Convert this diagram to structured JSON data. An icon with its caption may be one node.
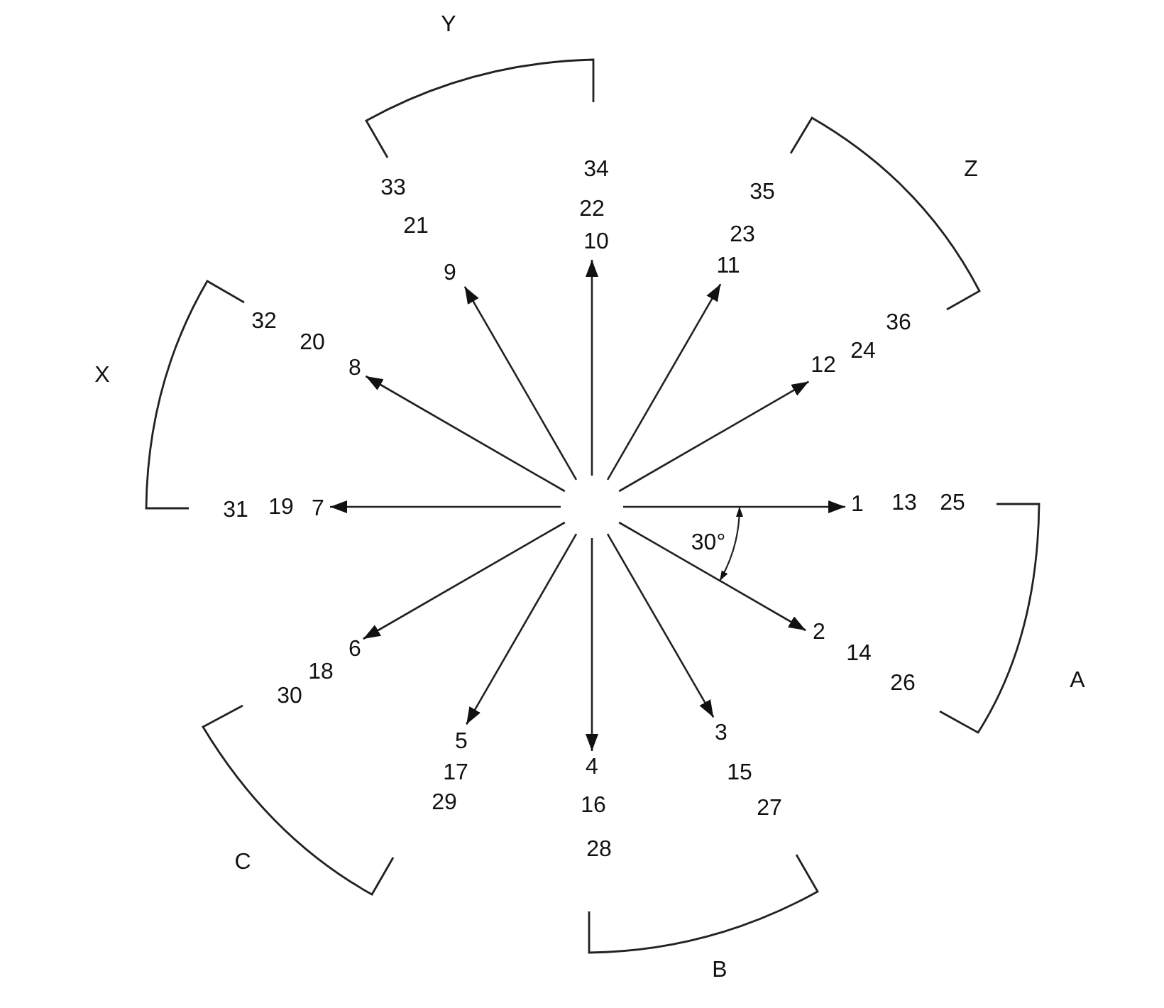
{
  "diagram": {
    "nodes": [
      {
        "text": [
          "1"
        ],
        "beside": [
          "13",
          "25"
        ]
      },
      {
        "text": [
          "2"
        ],
        "beside": [
          "14",
          "26"
        ]
      },
      {
        "text": [
          "3"
        ],
        "beside": [
          "15",
          "27"
        ]
      },
      {
        "text": [
          "4"
        ],
        "beside": [
          "16",
          "28"
        ]
      },
      {
        "text": [
          "5"
        ],
        "beside": [
          "17",
          "29"
        ]
      },
      {
        "text": [
          "6"
        ],
        "beside": [
          "18",
          "30"
        ]
      },
      {
        "text": [
          "7"
        ],
        "beside": [
          "19",
          "31"
        ]
      },
      {
        "text": [
          "8"
        ],
        "beside": [
          "20",
          "32"
        ]
      },
      {
        "text": [
          "9"
        ],
        "beside": [
          "21",
          "33"
        ]
      },
      {
        "text": [
          "10"
        ],
        "beside": [
          "22",
          "34"
        ]
      },
      {
        "text": [
          "11"
        ],
        "beside": [
          "23",
          "35"
        ]
      },
      {
        "text": [
          "12"
        ],
        "beside": [
          "24",
          "36"
        ]
      }
    ],
    "edges": [
      {
        "from": null,
        "to": 0,
        "arrow": "to"
      },
      {
        "from": null,
        "to": 1,
        "arrow": "to"
      },
      {
        "from": null,
        "to": 2,
        "arrow": "to"
      },
      {
        "from": null,
        "to": 3,
        "arrow": "to"
      },
      {
        "from": null,
        "to": 4,
        "arrow": "to"
      },
      {
        "from": null,
        "to": 5,
        "arrow": "to"
      },
      {
        "from": null,
        "to": 6,
        "arrow": "to"
      },
      {
        "from": null,
        "to": 7,
        "arrow": "to"
      },
      {
        "from": null,
        "to": 8,
        "arrow": "to"
      },
      {
        "from": null,
        "to": 9,
        "arrow": "to"
      },
      {
        "from": null,
        "to": 10,
        "arrow": "to"
      },
      {
        "from": null,
        "to": 11,
        "arrow": "to"
      }
    ],
    "labels": [
      "Y",
      "Z",
      "X",
      "30°",
      "A",
      "C",
      "B"
    ]
  }
}
